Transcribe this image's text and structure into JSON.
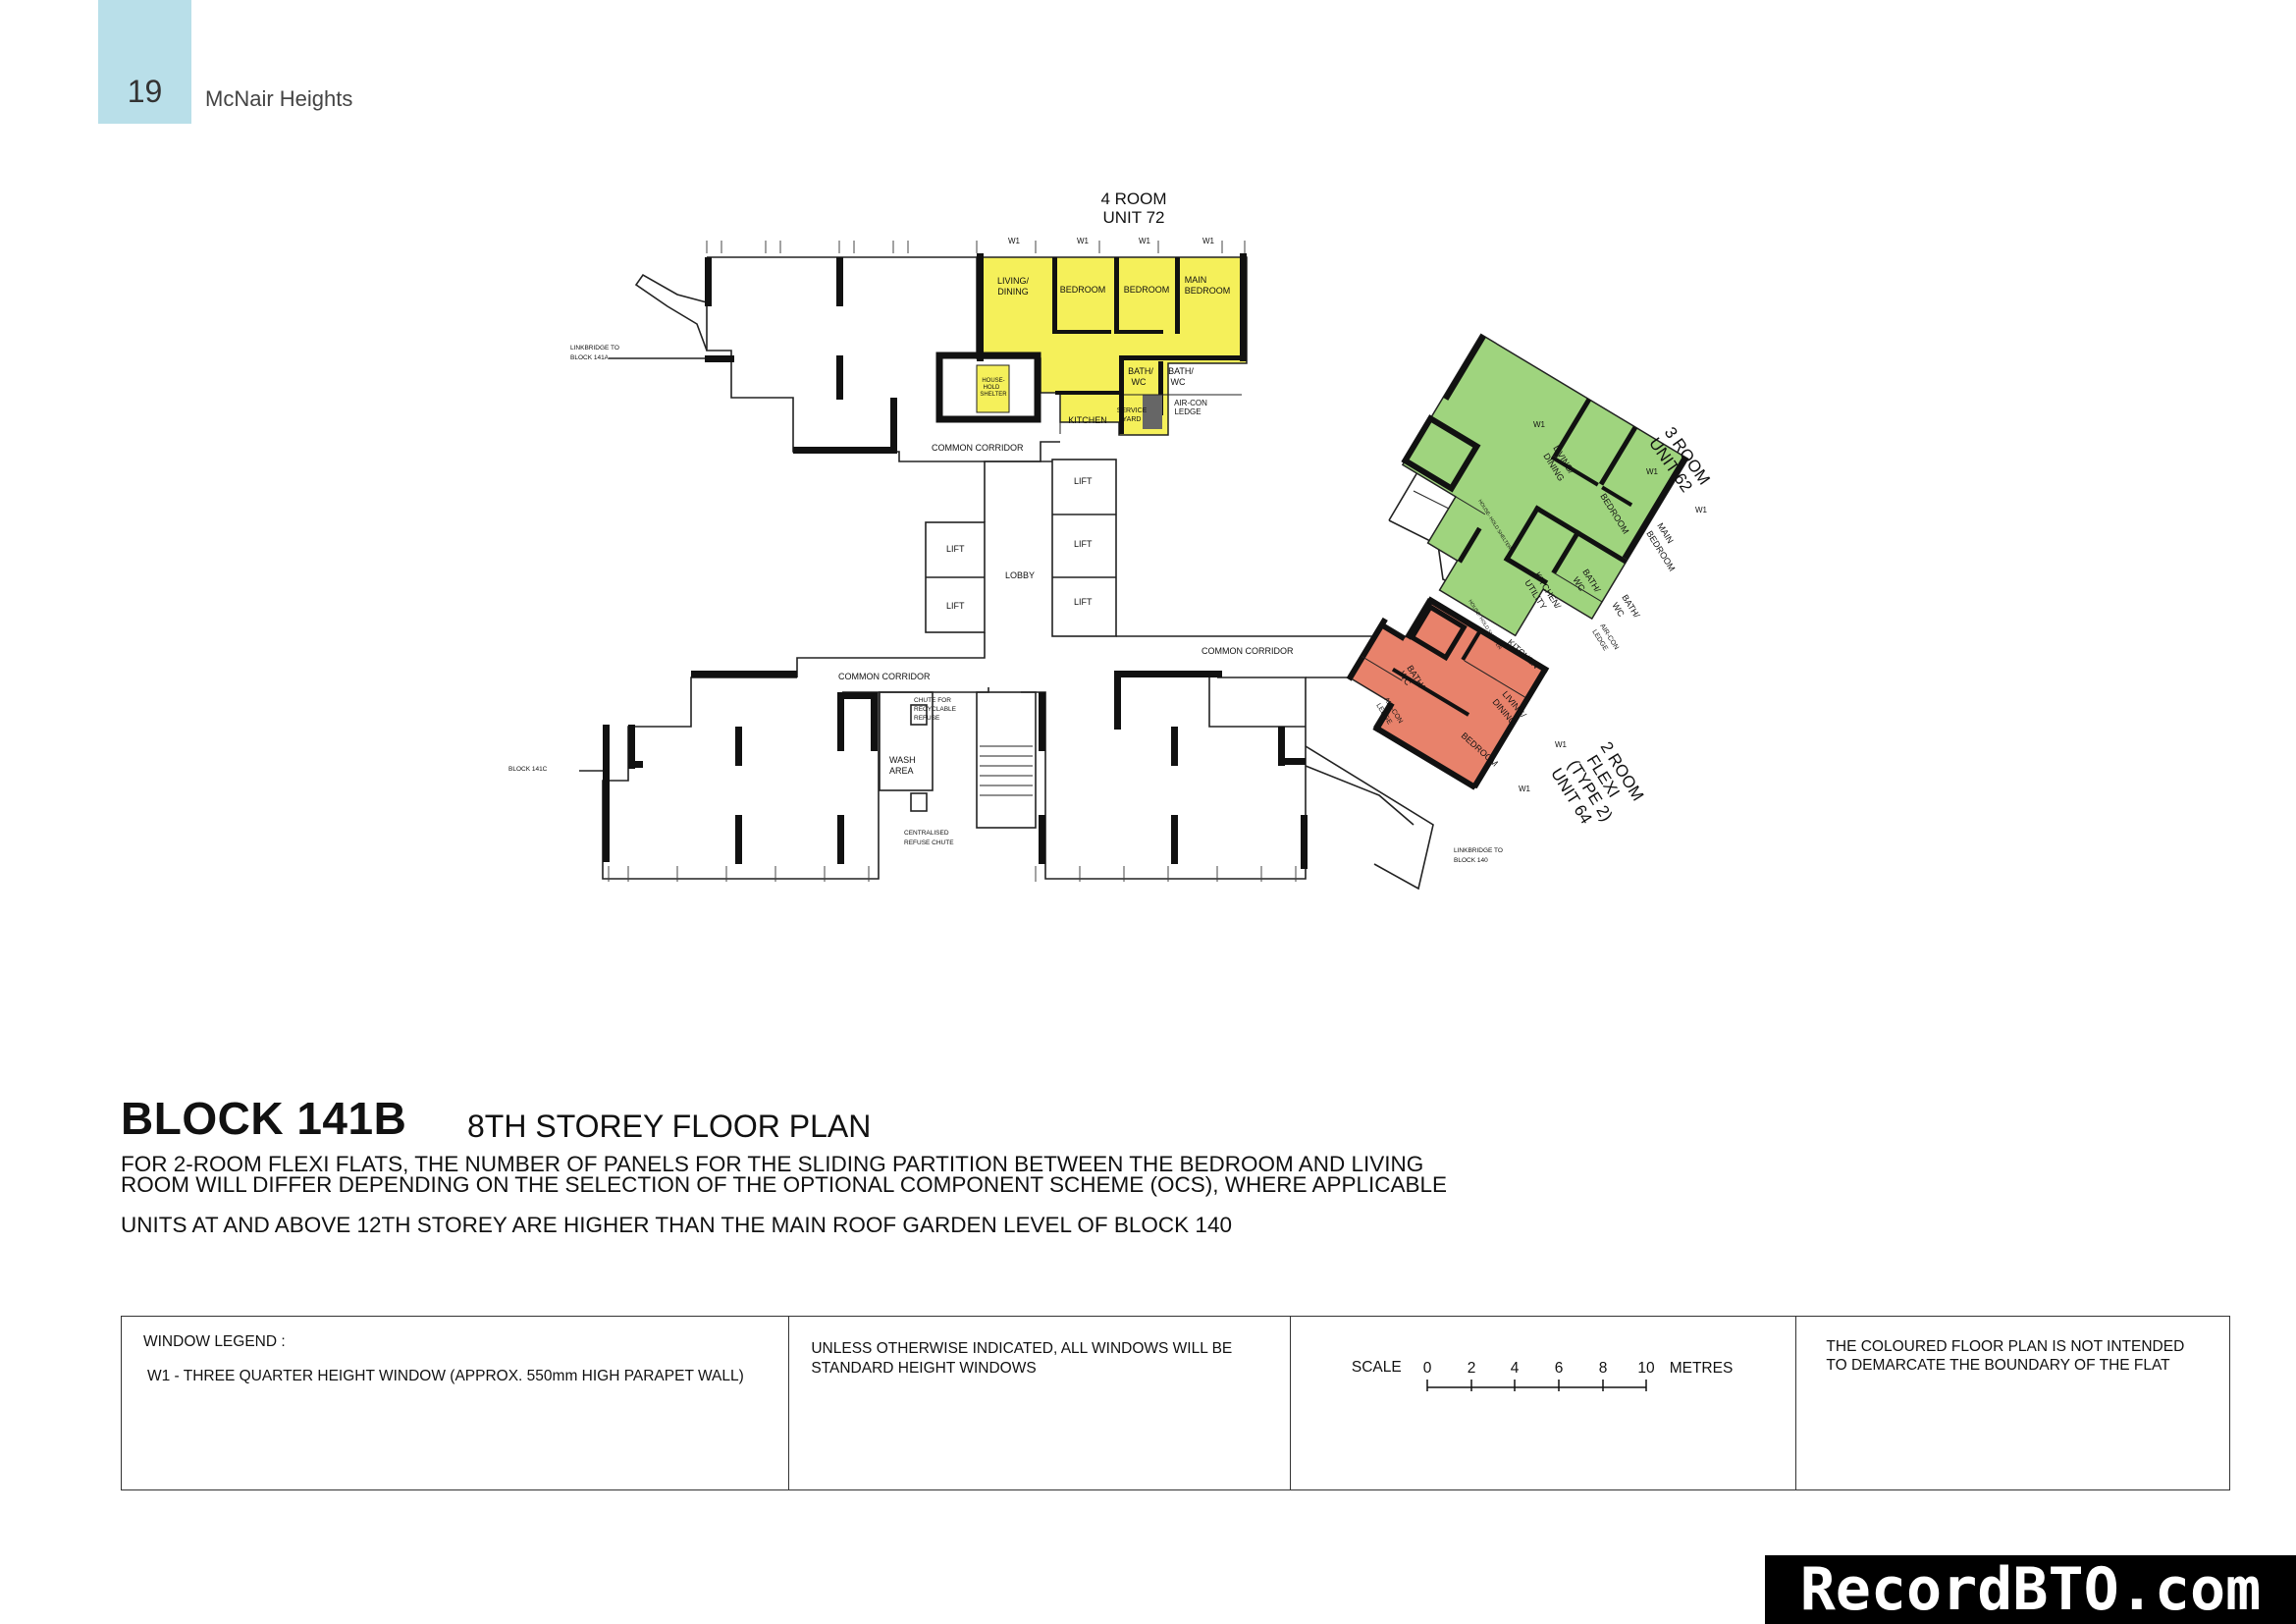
{
  "header": {
    "page_number": "19",
    "project_name": "McNair Heights"
  },
  "plan": {
    "unit_72": {
      "line1": "4 ROOM",
      "line2": "UNIT 72",
      "color": "#f5f05a"
    },
    "unit_62": {
      "line1": "3 ROOM",
      "line2": "UNIT 62",
      "color": "#9fd47e"
    },
    "unit_64": {
      "line1": "2 ROOM",
      "line2": "FLEXI",
      "line3": "(TYPE 2)",
      "line4": "UNIT 64",
      "color": "#e8826b"
    },
    "rooms_72": {
      "living_dining_1": "LIVING/",
      "living_dining_2": "DINING",
      "bedroom_a": "BEDROOM",
      "bedroom_b": "BEDROOM",
      "main_bedroom_1": "MAIN",
      "main_bedroom_2": "BEDROOM",
      "shelter_1": "HOUSE-",
      "shelter_2": "HOLD",
      "shelter_3": "SHELTER",
      "bath_a1": "BATH/",
      "bath_a2": "WC",
      "bath_b1": "BATH/",
      "bath_b2": "WC",
      "kitchen": "KITCHEN",
      "service_yard_1": "SERVICE",
      "service_yard_2": "YARD",
      "aircon_1": "AIR-CON",
      "aircon_2": "LEDGE"
    },
    "rooms_62": {
      "living_dining_1": "LIVING/",
      "living_dining_2": "DINING",
      "bedroom": "BEDROOM",
      "main_bedroom_1": "MAIN",
      "main_bedroom_2": "BEDROOM",
      "shelter": "HOUSE- HOLD SHELTER",
      "kitchen_1": "KITCHEN/",
      "kitchen_2": "UTILITY",
      "bath_a1": "BATH/",
      "bath_a2": "WC",
      "bath_b1": "BATH/",
      "bath_b2": "WC",
      "aircon_1": "AIR-CON",
      "aircon_2": "LEDGE"
    },
    "rooms_64": {
      "shelter": "HOUSE- HOLD SHELTER",
      "kitchen": "KITCHEN",
      "bath_1": "BATH/",
      "bath_2": "WC",
      "living_dining_1": "LIVING/",
      "living_dining_2": "DINING",
      "bedroom": "BEDROOM",
      "aircon_1": "AIR-CON",
      "aircon_2": "LEDGE"
    },
    "common": {
      "common_corridor": "COMMON CORRIDOR",
      "lobby": "LOBBY",
      "lift": "LIFT",
      "wash_area_1": "WASH",
      "wash_area_2": "AREA",
      "chute_1": "CHUTE FOR",
      "chute_2": "RECYCLABLE",
      "chute_3": "REFUSE",
      "refuse_chute_1": "CENTRALISED",
      "refuse_chute_2": "REFUSE CHUTE",
      "link_141a_1": "LINKBRIDGE TO",
      "link_141a_2": "BLOCK 141A",
      "link_141c": "BLOCK 141C",
      "link_140_1": "LINKBRIDGE TO",
      "link_140_2": "BLOCK 140"
    },
    "window_tag": "W1"
  },
  "title": {
    "block": "BLOCK 141B",
    "storey": "8TH STOREY FLOOR PLAN"
  },
  "notes": {
    "flexi_line1": "FOR 2-ROOM FLEXI FLATS, THE NUMBER OF PANELS FOR THE SLIDING PARTITION BETWEEN THE BEDROOM AND LIVING",
    "flexi_line2": "ROOM WILL DIFFER DEPENDING ON THE SELECTION OF THE OPTIONAL COMPONENT SCHEME (OCS), WHERE APPLICABLE",
    "units_above": "UNITS AT AND ABOVE 12TH STOREY ARE HIGHER THAN THE MAIN ROOF GARDEN LEVEL OF BLOCK 140"
  },
  "legend": {
    "window_legend_title": "WINDOW LEGEND :",
    "window_legend_item": "W1 - THREE QUARTER HEIGHT WINDOW (APPROX. 550mm HIGH PARAPET WALL)",
    "standard_line1": "UNLESS OTHERWISE INDICATED, ALL WINDOWS WILL BE",
    "standard_line2": "STANDARD HEIGHT WINDOWS",
    "scale_label": "SCALE",
    "scale_ticks": [
      "0",
      "2",
      "4",
      "6",
      "8",
      "10"
    ],
    "scale_unit": "METRES",
    "disclaimer_line1": "THE COLOURED FLOOR PLAN IS NOT INTENDED",
    "disclaimer_line2": "TO DEMARCATE THE BOUNDARY OF THE FLAT"
  },
  "watermark": "RecordBTO.com"
}
